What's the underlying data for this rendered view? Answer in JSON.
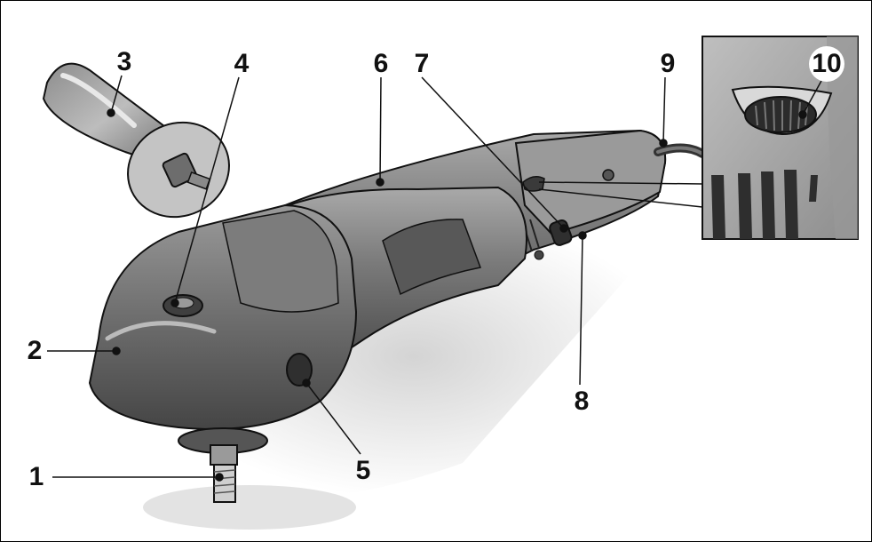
{
  "figure": {
    "callouts": [
      {
        "id": "c1",
        "label": "1"
      },
      {
        "id": "c2",
        "label": "2"
      },
      {
        "id": "c3",
        "label": "3"
      },
      {
        "id": "c4",
        "label": "4"
      },
      {
        "id": "c5",
        "label": "5"
      },
      {
        "id": "c6",
        "label": "6"
      },
      {
        "id": "c7",
        "label": "7"
      },
      {
        "id": "c8",
        "label": "8"
      },
      {
        "id": "c9",
        "label": "9"
      },
      {
        "id": "c10",
        "label": "10"
      }
    ],
    "colors": {
      "body_dark": "#5f5f5f",
      "body_mid": "#8a8a8a",
      "body_light": "#b8b8b8",
      "shadow": "#d6d6d6",
      "line": "#111111"
    }
  }
}
